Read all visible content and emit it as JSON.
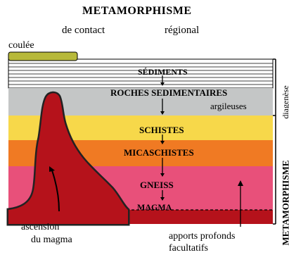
{
  "title": "METAMORPHISME",
  "subtitle_contact": "de contact",
  "subtitle_regional": "régional",
  "coulee": "coulée",
  "layers": {
    "sediments": "SÉDIMENTS",
    "roches": "ROCHES SEDIMENTAIRES",
    "argileuses": "argileuses",
    "schistes": "SCHISTES",
    "micaschistes": "MICASCHISTES",
    "gneiss": "GNEISS",
    "magma": "MAGMA"
  },
  "ascension_line1": "ascension",
  "ascension_line2": "du magma",
  "apports_line1": "apports profonds",
  "apports_line2": "facultatifs",
  "side_diagenese": "diagenèse",
  "side_metamorphisme": "METAMORPHISME",
  "colors": {
    "sediments": "#ffffff",
    "roches": "#c4c6c6",
    "schistes": "#f7d84a",
    "micaschistes": "#f07a23",
    "gneiss": "#e8507a",
    "magma": "#b5121b",
    "coulee": "#b7b93a"
  }
}
